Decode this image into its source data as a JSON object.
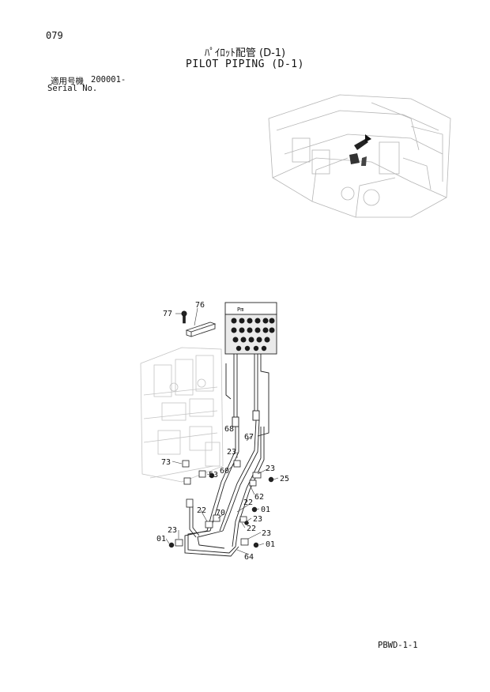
{
  "header": {
    "page_number": "079",
    "title_jp": "ﾊﾟｲﾛｯﾄ配管 (D-1)",
    "title_en": "PILOT PIPING (D-1)",
    "serial_label_jp": "適用号機",
    "serial_label_en": "Serial No.",
    "serial_value": "200001-"
  },
  "callouts": {
    "c77": "77",
    "c76": "76",
    "c68": "68",
    "c67": "67",
    "c23a": "23",
    "c73": "73",
    "c53": "53",
    "c60": "60",
    "c23b": "23",
    "c25": "25",
    "c62": "62",
    "c22a": "22",
    "c01a": "01",
    "c22b": "22",
    "c70": "70",
    "c23c": "23",
    "c22c": "22",
    "c23d": "23",
    "c23e": "23",
    "c01b": "01",
    "c01c": "01",
    "c64": "64"
  },
  "valve_label": "Pm",
  "footer": {
    "code": "PBWD-1-1"
  }
}
